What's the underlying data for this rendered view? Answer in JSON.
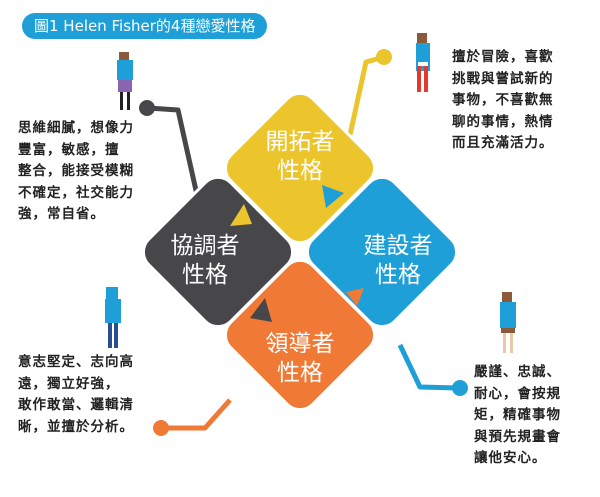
{
  "title": "圖1 Helen Fisher的4種戀愛性格",
  "types": {
    "explorer": {
      "lines": [
        "開拓者",
        "性格"
      ],
      "color": "#ecc52c"
    },
    "negotiator": {
      "lines": [
        "協調者",
        "性格"
      ],
      "color": "#47474a"
    },
    "builder": {
      "lines": [
        "建設者",
        "性格"
      ],
      "color": "#1e9fd8"
    },
    "director": {
      "lines": [
        "領導者",
        "性格"
      ],
      "color": "#f07a35"
    }
  },
  "descriptions": {
    "explorer": [
      "擅於冒險，喜歡",
      "挑戰與嘗試新的",
      "事物，不喜歡無",
      "聊的事情，熱情",
      "而且充滿活力。"
    ],
    "negotiator": [
      "思維細膩，想像力",
      "豐富，敏感，擅",
      "整合，能接受模糊",
      "不確定，社交能力",
      "強，常自省。"
    ],
    "director": [
      "意志堅定、志向高",
      "遠，獨立好強，",
      "敢作敢當、邏輯清",
      "晰，並擅於分析。"
    ],
    "builder": [
      "嚴謹、忠誠、",
      "耐心，會按規",
      "矩，精確事物",
      "與預先規畫會",
      "讓他安心。"
    ]
  }
}
